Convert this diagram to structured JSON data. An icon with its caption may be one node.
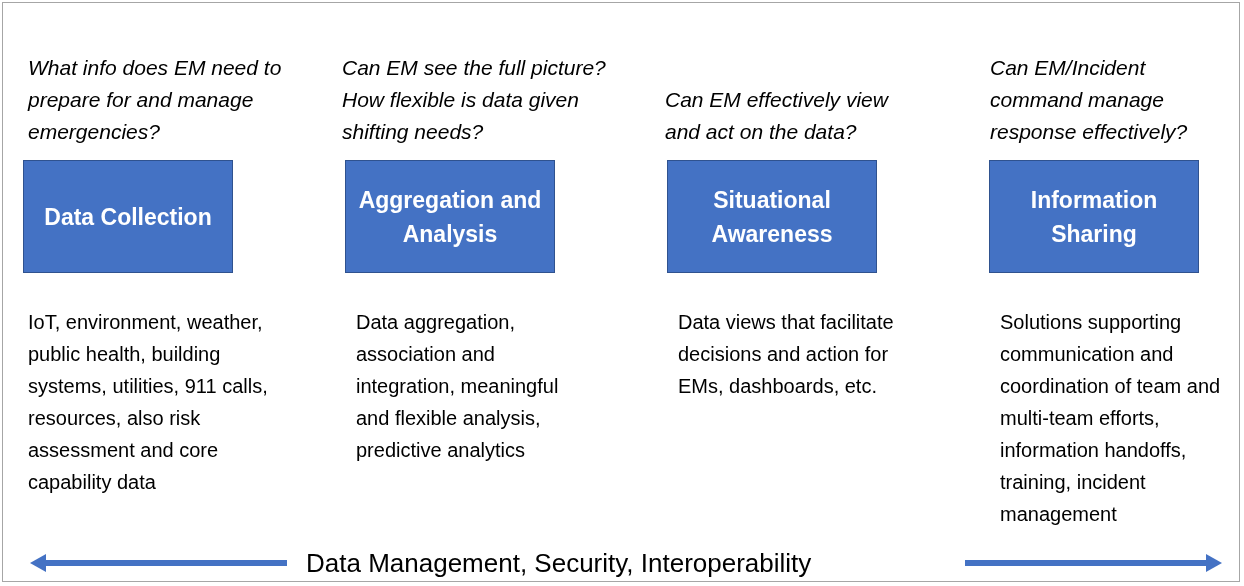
{
  "diagram": {
    "nodes": [
      {
        "text": [
          "Data Collection"
        ],
        "beside": [
          "What info does EM need to prepare for and manage emergencies?",
          "IoT,  environment, weather, public health, building systems, utilities, 911 calls, resources, also risk assessment and core capability data"
        ]
      },
      {
        "text": [
          "Aggregation and Analysis"
        ],
        "beside": [
          "Can EM see the full picture? How flexible is data given shifting needs?",
          "Data aggregation, association and integration, meaningful and flexible analysis, predictive analytics"
        ]
      },
      {
        "text": [
          "Situational Awareness"
        ],
        "beside": [
          "Can EM effectively view and act on the data?",
          "Data views that facilitate decisions and action for EMs, dashboards, etc."
        ]
      },
      {
        "text": [
          "Information Sharing"
        ],
        "beside": [
          "Can EM/Incident command manage response effectively?",
          "Solutions supporting communication and coordination of team and multi-team efforts, information handoffs, training, incident management"
        ]
      }
    ],
    "labels": [
      "Data Management, Security, Interoperability"
    ]
  }
}
